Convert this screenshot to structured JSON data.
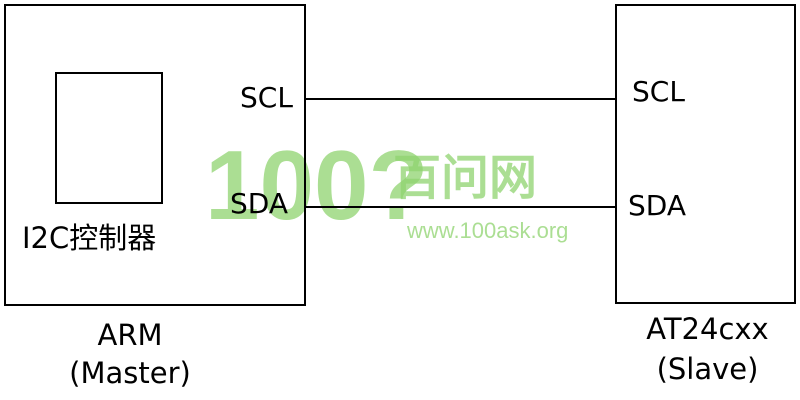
{
  "master": {
    "controller_label": "I2C控制器",
    "pins": {
      "scl": "SCL",
      "sda": "SDA"
    },
    "caption_name": "ARM",
    "caption_role": "(Master)"
  },
  "slave": {
    "pins": {
      "scl": "SCL",
      "sda": "SDA"
    },
    "caption_name": "AT24cxx",
    "caption_role": "(Slave)"
  },
  "watermark": {
    "logo": "100?",
    "site_name": "百问网",
    "url": "www.100ask.org",
    "color": "#8fd46f"
  },
  "colors": {
    "line": "#000000",
    "background": "#ffffff"
  }
}
